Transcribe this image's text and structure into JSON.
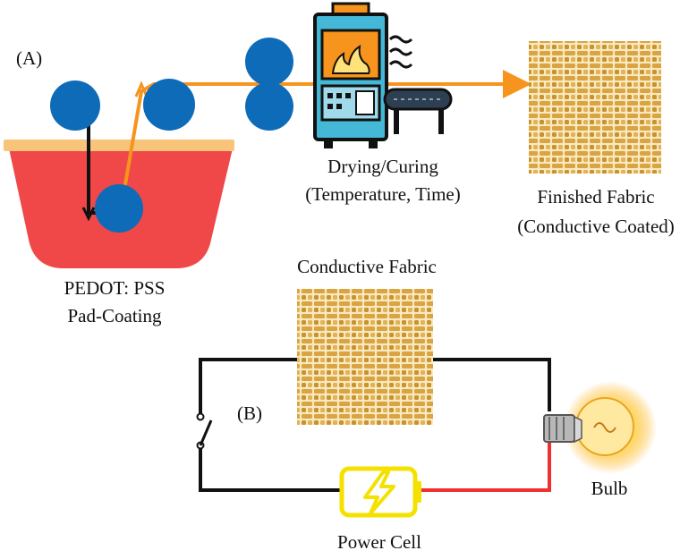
{
  "panel_a": {
    "tag": "(A)",
    "bath_label_line1": "PEDOT: PSS",
    "bath_label_line2": "Pad-Coating",
    "dryer_label_line1": "Drying/Curing",
    "dryer_label_line2": "(Temperature, Time)",
    "fabric_label_line1": "Finished Fabric",
    "fabric_label_line2": "(Conductive Coated)"
  },
  "panel_b": {
    "tag": "(B)",
    "fabric_label": "Conductive Fabric",
    "cell_label": "Power Cell",
    "bulb_label": "Bulb"
  },
  "colors": {
    "roller": "#0e6bb8",
    "bath": "#f04848",
    "bath_rim": "#f7c47a",
    "path": "#f7941d",
    "fabric": "#d9a441",
    "wire": "#111111",
    "wire_hot": "#ee3030",
    "cell": "#f5e100",
    "dryer_body": "#45b8d8",
    "dryer_flame": "#f7941d"
  },
  "icons": {
    "dryer": "dryer-oven-icon",
    "heat": "heat-waves-icon",
    "bulb": "light-bulb-icon",
    "cell": "battery-icon",
    "switch": "switch-icon"
  }
}
